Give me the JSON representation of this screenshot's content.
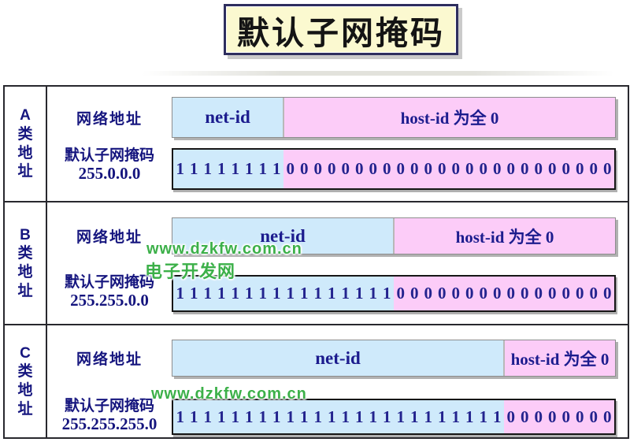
{
  "title": {
    "text": "默认子网掩码"
  },
  "watermark": {
    "url": "www.dzkfw.com.cn",
    "site": "电子开发网"
  },
  "colors": {
    "title_bg": "#fbf9d0",
    "net_id_bg": "#cfeafb",
    "host_id_bg": "#fcccf8",
    "label_text": "#15157e",
    "bit_text": "#23238e",
    "watermark_green": "#3cb049",
    "border_dark": "#28282e"
  },
  "rows": [
    {
      "class_chars": [
        "A",
        "类",
        "地",
        "址"
      ],
      "network_label": "网络地址",
      "mask_label": "默认子网掩码",
      "mask_value": "255.0.0.0",
      "netid_label": "net-id",
      "hostid_label": "host-id 为全 0",
      "net_bit_count": 8,
      "host_bit_count": 24,
      "net_bits": "11111111",
      "host_bits": "000000000000000000000000"
    },
    {
      "class_chars": [
        "B",
        "类",
        "地",
        "址"
      ],
      "network_label": "网络地址",
      "mask_label": "默认子网掩码",
      "mask_value": "255.255.0.0",
      "netid_label": "net-id",
      "hostid_label": "host-id 为全 0",
      "net_bit_count": 16,
      "host_bit_count": 16,
      "net_bits": "1111111111111111",
      "host_bits": "0000000000000000"
    },
    {
      "class_chars": [
        "C",
        "类",
        "地",
        "址"
      ],
      "network_label": "网络地址",
      "mask_label": "默认子网掩码",
      "mask_value": "255.255.255.0",
      "netid_label": "net-id",
      "hostid_label": "host-id 为全 0",
      "net_bit_count": 24,
      "host_bit_count": 8,
      "net_bits": "111111111111111111111111",
      "host_bits": "00000000"
    }
  ]
}
